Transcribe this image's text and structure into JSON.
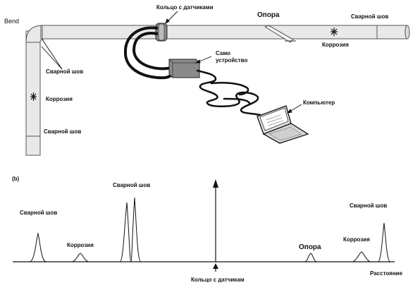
{
  "top": {
    "bend": "Bend",
    "sensor_ring": "Кольцо с датчиками",
    "support": "Опора",
    "weld_right": "Сварной шов",
    "corrosion_right": "Коррозия",
    "device_line1": "Само",
    "device_line2": "устройство",
    "weld_bend": "Сварной шов",
    "corrosion_left": "Коррозия",
    "weld_left": "Сварной шов",
    "computer": "Компьютер"
  },
  "bottom": {
    "panel_label": "(b)",
    "peak_weld_1": "Сварной шов",
    "peak_corrosion_1": "Коррозия",
    "peak_weld_double": "Сварной шов",
    "peak_support": "Опора",
    "peak_corrosion_2": "Коррозия",
    "peak_weld_2": "Сварной шов",
    "ring_label": "Кольцо с датчикам",
    "distance": "Расстояние"
  },
  "colors": {
    "line": "#111111",
    "pipe_fill": "#e9e9e9",
    "pipe_edge": "#555555",
    "device_fill": "#8a8a8a"
  }
}
